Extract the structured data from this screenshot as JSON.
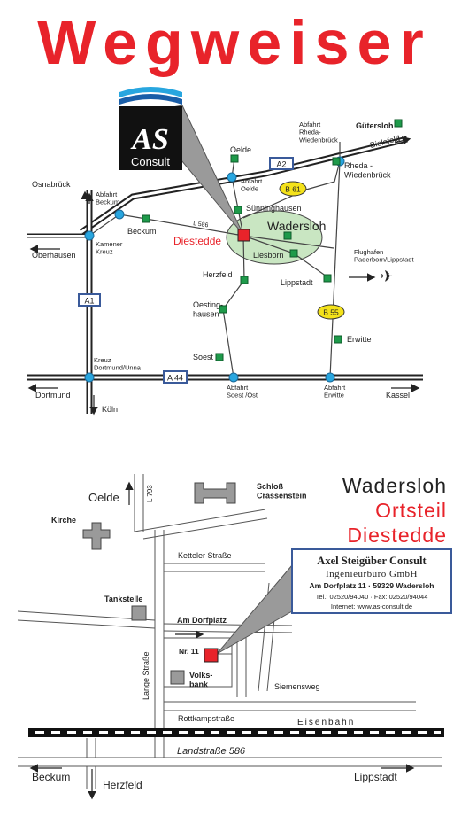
{
  "title": "Wegweiser",
  "logo": {
    "text": "AS",
    "subtext": "Consult"
  },
  "colors": {
    "red": "#e8232a",
    "green": "#1e9a4a",
    "blue": "#28a6df",
    "yellow": "#f4e21a",
    "lightgreen": "#c9e6c2",
    "boxblue": "#3a5a9a",
    "gray": "#9a9a9a"
  },
  "region_map": {
    "labels": {
      "guetersloh": "Gütersloh",
      "abfahrt_rheda": "Abfahrt\nRheda-\nWiedenbrück",
      "bielefeld": "Bielefeld",
      "rheda": "Rheda -\nWiedenbrück",
      "oelde": "Oelde",
      "a2": "A2",
      "abfahrt_oelde": "Abfahrt\nOelde",
      "b61": "B 61",
      "osnabrueck": "Osnabrück",
      "abfahrt_beckum": "Abfahrt\nBeckum",
      "suenninghausen": "Sünninghausen",
      "wadersloh": "Wadersloh",
      "beckum": "Beckum",
      "l586": "L 586",
      "diestedde": "Diestedde",
      "liesborn": "Liesborn",
      "flughafen": "Flughafen\nPaderborn/Lippstadt",
      "oberhausen": "Oberhausen",
      "kamener_kreuz": "Kamener\nKreuz",
      "herzfeld": "Herzfeld",
      "lippstadt": "Lippstadt",
      "a1": "A1",
      "oestinghausen": "Oesting-\nhausen",
      "b55": "B 55",
      "erwitte": "Erwitte",
      "soest": "Soest",
      "kreuz_dortmund": "Kreuz\nDortmund/Unna",
      "a44": "A 44",
      "dortmund": "Dortmund",
      "abfahrt_soest": "Abfahrt\nSoest /Ost",
      "abfahrt_erwitte": "Abfahrt\nErwitte",
      "kassel": "Kassel",
      "koeln": "Köln"
    }
  },
  "local_map": {
    "heading": [
      "Wadersloh",
      "Ortsteil",
      "Diestedde"
    ],
    "labels": {
      "oelde": "Oelde",
      "l793": "L 793",
      "schloss": "Schloß\nCrassenstein",
      "kirche": "Kirche",
      "ketteler": "Ketteler Straße",
      "tankstelle": "Tankstelle",
      "am_dorfplatz": "Am Dorfplatz",
      "nr11": "Nr. 11",
      "volksbank": "Volks-\nbank",
      "lange_strasse": "Lange Straße",
      "siemensweg": "Siemensweg",
      "rottkamp": "Rottkampstraße",
      "eisenbahn": "Eisenbahn",
      "landstrasse": "Landstraße  586",
      "beckum": "Beckum",
      "herzfeld": "Herzfeld",
      "lippstadt": "Lippstadt"
    },
    "info": {
      "company": "Axel Steigüber Consult",
      "subtitle": "Ingenieurbüro GmbH",
      "address": "Am Dorfplatz 11 · 59329 Wadersloh",
      "phone": "Tel.: 02520/94040 · Fax: 02520/94044",
      "internet": "Internet: www.as-consult.de"
    }
  }
}
